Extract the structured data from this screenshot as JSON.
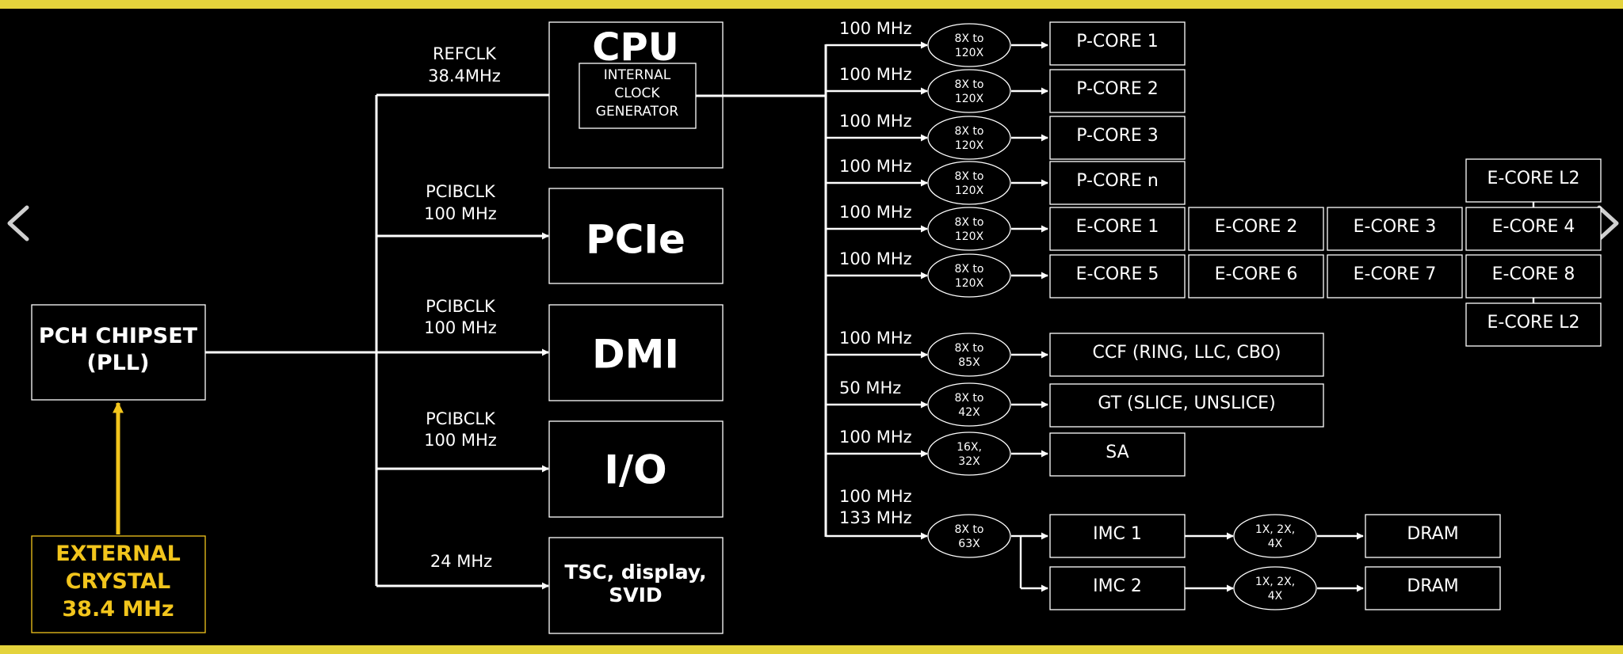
{
  "colors": {
    "background": "#000000",
    "accent_bar": "#e4d33c",
    "crystal": "#f2c51c",
    "line": "#ffffff"
  },
  "nav": {
    "prev_icon": "chevron-left-icon",
    "next_icon": "chevron-right-icon"
  },
  "pch": {
    "line1": "PCH CHIPSET",
    "line2": "(PLL)"
  },
  "crystal": {
    "line1": "EXTERNAL",
    "line2": "CRYSTAL",
    "line3": "38.4 MHz"
  },
  "branches": {
    "refclk": {
      "name": "REFCLK",
      "freq": "38.4MHz"
    },
    "pcie": {
      "name": "PCIBCLK",
      "freq": "100 MHz"
    },
    "dmi": {
      "name": "PCIBCLK",
      "freq": "100 MHz"
    },
    "io": {
      "name": "PCIBCLK",
      "freq": "100 MHz"
    },
    "tsc": {
      "freq": "24 MHz"
    }
  },
  "blocks": {
    "cpu": {
      "title": "CPU",
      "gen_line1": "INTERNAL",
      "gen_line2": "CLOCK",
      "gen_line3": "GENERATOR"
    },
    "pcie": "PCIe",
    "dmi": "DMI",
    "io": "I/O",
    "tsc": {
      "line1": "TSC, display,",
      "line2": "SVID"
    }
  },
  "rows": {
    "p1": {
      "freq": "100 MHz",
      "mult1": "8X to",
      "mult2": "120X"
    },
    "p2": {
      "freq": "100 MHz",
      "mult1": "8X to",
      "mult2": "120X"
    },
    "p3": {
      "freq": "100 MHz",
      "mult1": "8X to",
      "mult2": "120X"
    },
    "pn": {
      "freq": "100 MHz",
      "mult1": "8X to",
      "mult2": "120X"
    },
    "e1": {
      "freq": "100 MHz",
      "mult1": "8X to",
      "mult2": "120X"
    },
    "e2": {
      "freq": "100 MHz",
      "mult1": "8X to",
      "mult2": "120X"
    },
    "ccf": {
      "freq": "100 MHz",
      "mult1": "8X to",
      "mult2": "85X"
    },
    "gt": {
      "freq": "50 MHz",
      "mult1": "8X to",
      "mult2": "42X"
    },
    "sa": {
      "freq": "100 MHz",
      "mult1": "16X,",
      "mult2": "32X"
    },
    "imc": {
      "freq1": "100 MHz",
      "freq2": "133 MHz",
      "mult1": "8X to",
      "mult2": "63X"
    }
  },
  "targets": {
    "p_core_1": "P-CORE 1",
    "p_core_2": "P-CORE 2",
    "p_core_3": "P-CORE 3",
    "p_core_n": "P-CORE n",
    "e_core_1": "E-CORE 1",
    "e_core_2": "E-CORE 2",
    "e_core_3": "E-CORE 3",
    "e_core_4": "E-CORE 4",
    "e_core_5": "E-CORE 5",
    "e_core_6": "E-CORE 6",
    "e_core_7": "E-CORE 7",
    "e_core_8": "E-CORE 8",
    "e_core_l2_top": "E-CORE L2",
    "e_core_l2_bottom": "E-CORE L2",
    "ccf": "CCF (RING, LLC, CBO)",
    "gt": "GT (SLICE, UNSLICE)",
    "sa": "SA",
    "imc_1": "IMC 1",
    "imc_2": "IMC 2",
    "dram_1": "DRAM",
    "dram_2": "DRAM"
  },
  "mem_mult": {
    "m1a": "1X, 2X,",
    "m1b": "4X",
    "m2a": "1X, 2X,",
    "m2b": "4X"
  }
}
